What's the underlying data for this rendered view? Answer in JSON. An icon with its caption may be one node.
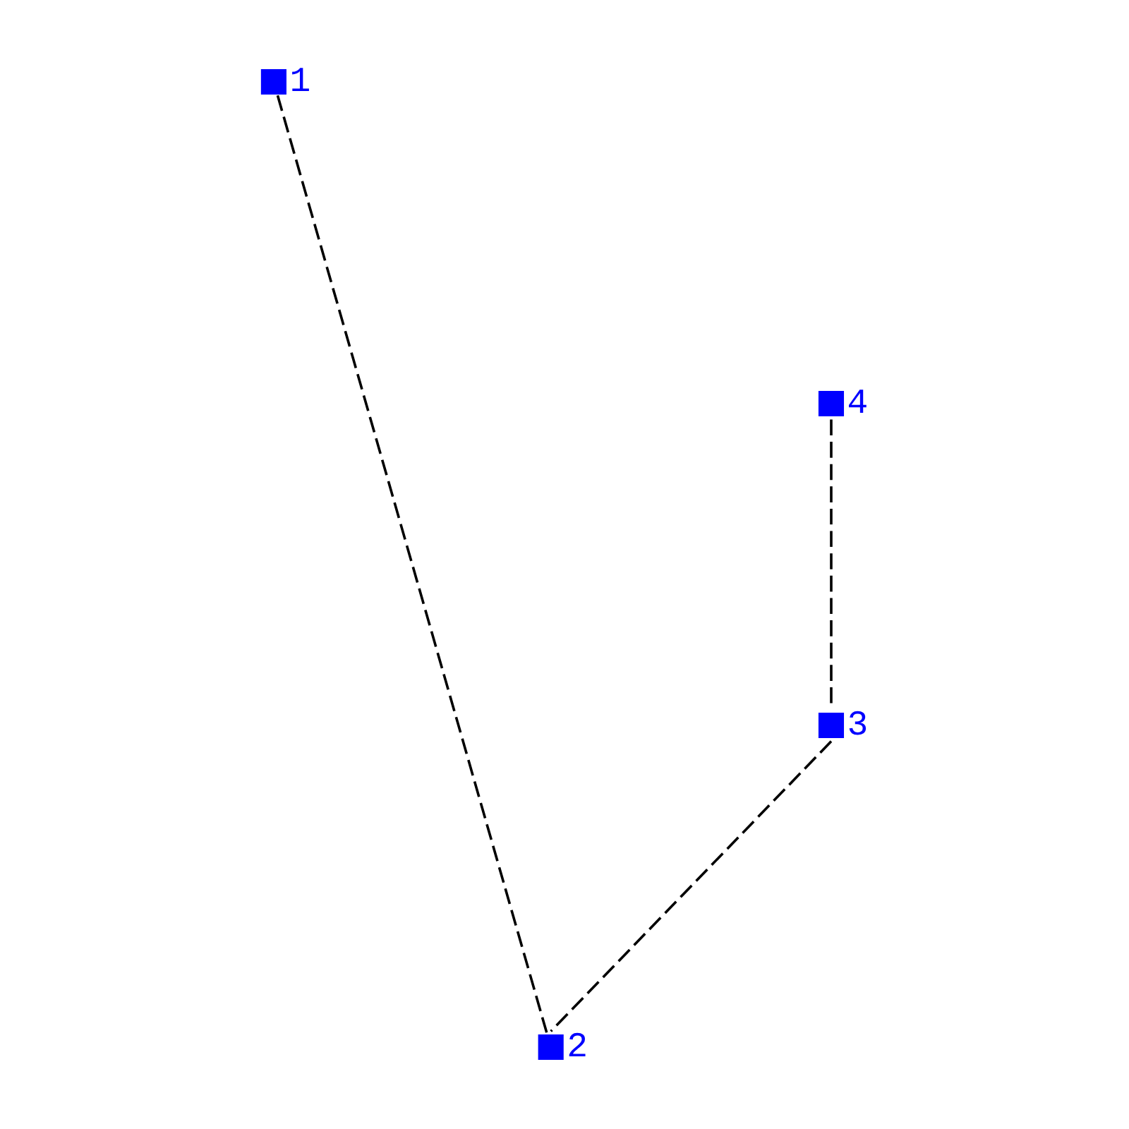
{
  "diagram": {
    "nodes": [
      {
        "text": [
          "1"
        ]
      },
      {
        "text": [
          "2"
        ]
      },
      {
        "text": [
          "3"
        ]
      },
      {
        "text": [
          "4"
        ]
      }
    ],
    "edges": [
      {
        "from": 0,
        "to": 1,
        "arrow": "none",
        "style": "dashed"
      },
      {
        "from": 1,
        "to": 2,
        "arrow": "none",
        "style": "dashed"
      },
      {
        "from": 2,
        "to": 3,
        "arrow": "none",
        "style": "dashed"
      }
    ]
  }
}
